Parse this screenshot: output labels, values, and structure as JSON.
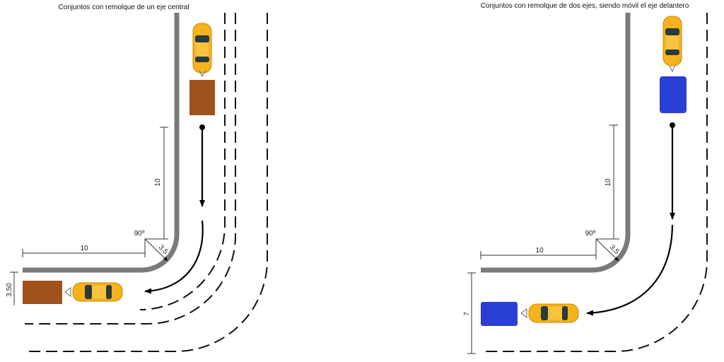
{
  "left_panel": {
    "title": "Conjuntos con remolque de un eje central",
    "dim_vertical": "10",
    "dim_horizontal": "10",
    "angle": "90º",
    "radius": "3,5",
    "lane_width": "3,50",
    "trailer_color": "#a0521c"
  },
  "right_panel": {
    "title": "Conjuntos con remolque de dos ejes, siendo móvil el eje delantero",
    "dim_vertical": "10",
    "dim_horizontal": "10",
    "angle": "90º",
    "radius": "3,5",
    "lane_width": "7",
    "trailer_color": "#2a3fd6"
  },
  "car_color": "#f5b21c"
}
